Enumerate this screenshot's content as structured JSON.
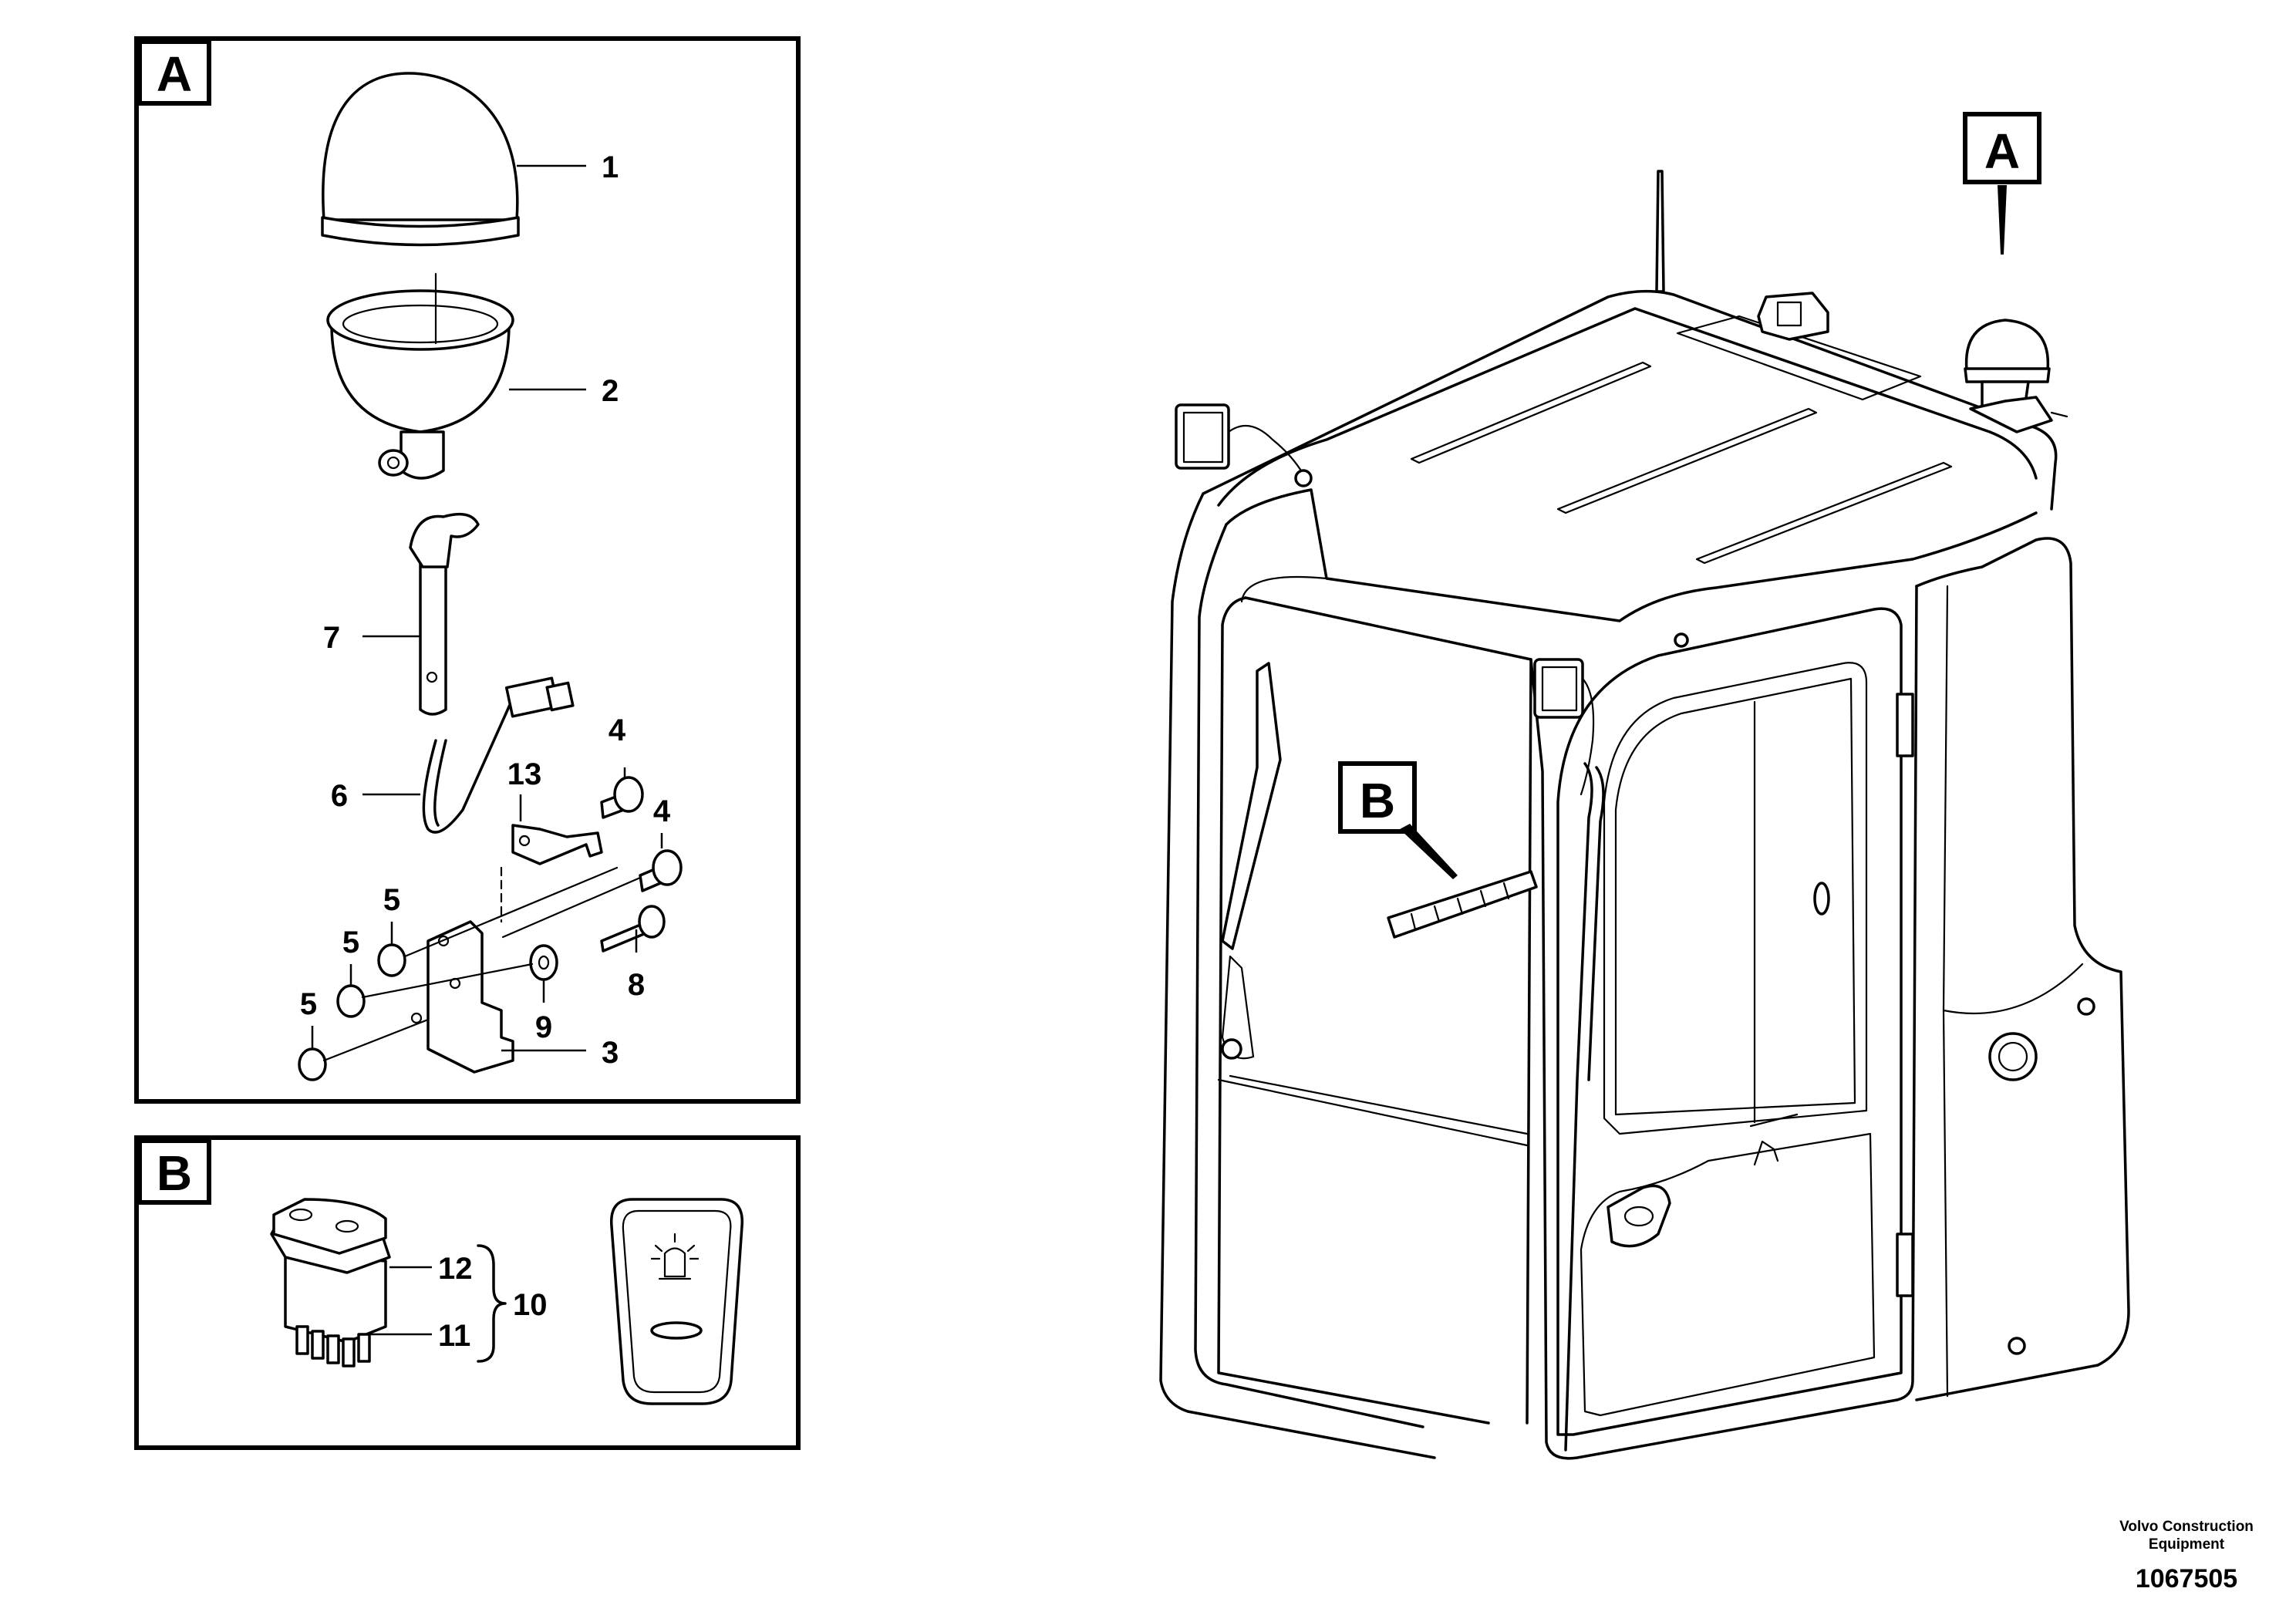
{
  "sections": {
    "a": {
      "label": "A"
    },
    "b": {
      "label": "B"
    }
  },
  "callouts": {
    "c1": "1",
    "c2": "2",
    "c3": "3",
    "c4a": "4",
    "c4b": "4",
    "c5a": "5",
    "c5b": "5",
    "c5c": "5",
    "c6": "6",
    "c7": "7",
    "c8": "8",
    "c9": "9",
    "c10": "10",
    "c11": "11",
    "c12": "12",
    "c13": "13"
  },
  "cab_markers": {
    "a": "A",
    "b": "B"
  },
  "credit": {
    "line1": "Volvo Construction",
    "line2": "Equipment",
    "doc_number": "1067505"
  },
  "icons": [
    "beacon-light-icon",
    "rocker-switch-icon",
    "cab-icon"
  ]
}
